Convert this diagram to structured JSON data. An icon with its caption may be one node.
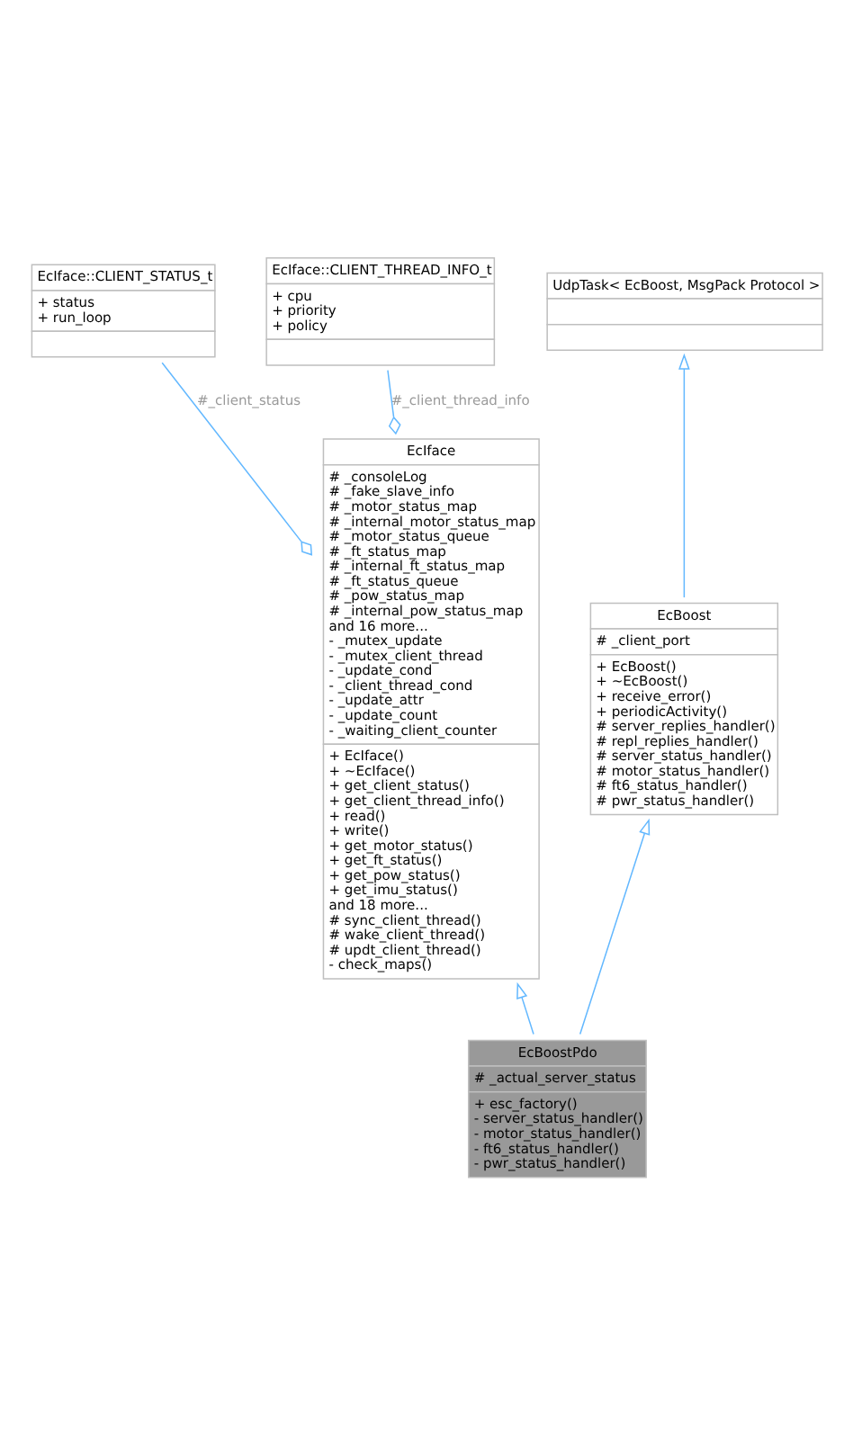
{
  "diagram": {
    "nodes": [
      {
        "text": [
          "UdpTask< EcBoost, MsgPack Protocol >"
        ]
      },
      {
        "text": [
          "EcIface::CLIENT_STATUS_t",
          "+ status",
          "+ run_loop"
        ]
      },
      {
        "text": [
          "EcIface::CLIENT_THREAD_INFO_t",
          "+ cpu",
          "+ priority",
          "+ policy"
        ]
      },
      {
        "text": [
          "EcIface",
          "# _consoleLog",
          "# _fake_slave_info",
          "# _motor_status_map",
          "# _internal_motor_status_map",
          "# _motor_status_queue",
          "# _ft_status_map",
          "# _internal_ft_status_map",
          "# _ft_status_queue",
          "# _pow_status_map",
          "# _internal_pow_status_map",
          "and 16 more...",
          "- _mutex_update",
          "- _mutex_client_thread",
          "- _update_cond",
          "- _client_thread_cond",
          "- _update_attr",
          "- _update_count",
          "- _waiting_client_counter",
          "+ EcIface()",
          "+ ~EcIface()",
          "+ get_client_status()",
          "+ get_client_thread_info()",
          "+ read()",
          "+ write()",
          "+ get_motor_status()",
          "+ get_ft_status()",
          "+ get_pow_status()",
          "+ get_imu_status()",
          "and 18 more...",
          "# sync_client_thread()",
          "# wake_client_thread()",
          "# updt_client_thread()",
          "- check_maps()"
        ]
      },
      {
        "text": [
          "EcBoost",
          "# _client_port",
          "+ EcBoost()",
          "+ ~EcBoost()",
          "+ receive_error()",
          "+ periodicActivity()",
          "# server_replies_handler()",
          "# repl_replies_handler()",
          "# server_status_handler()",
          "# motor_status_handler()",
          "# ft6_status_handler()",
          "# pwr_status_handler()"
        ]
      },
      {
        "text": [
          "EcBoostPdo",
          "# _actual_server_status",
          "+ esc_factory()",
          "- server_status_handler()",
          "- motor_status_handler()",
          "- ft6_status_handler()",
          "- pwr_status_handler()"
        ]
      }
    ],
    "edges": [
      {
        "from": 4,
        "to": 0,
        "arrow": "to"
      },
      {
        "from": 1,
        "to": 3,
        "arrow": "other",
        "label": "#_client_status"
      },
      {
        "from": 2,
        "to": 3,
        "arrow": "other",
        "label": "#_client_thread_info"
      },
      {
        "from": 5,
        "to": 4,
        "arrow": "to"
      },
      {
        "from": 5,
        "to": 3,
        "arrow": "to"
      }
    ]
  }
}
